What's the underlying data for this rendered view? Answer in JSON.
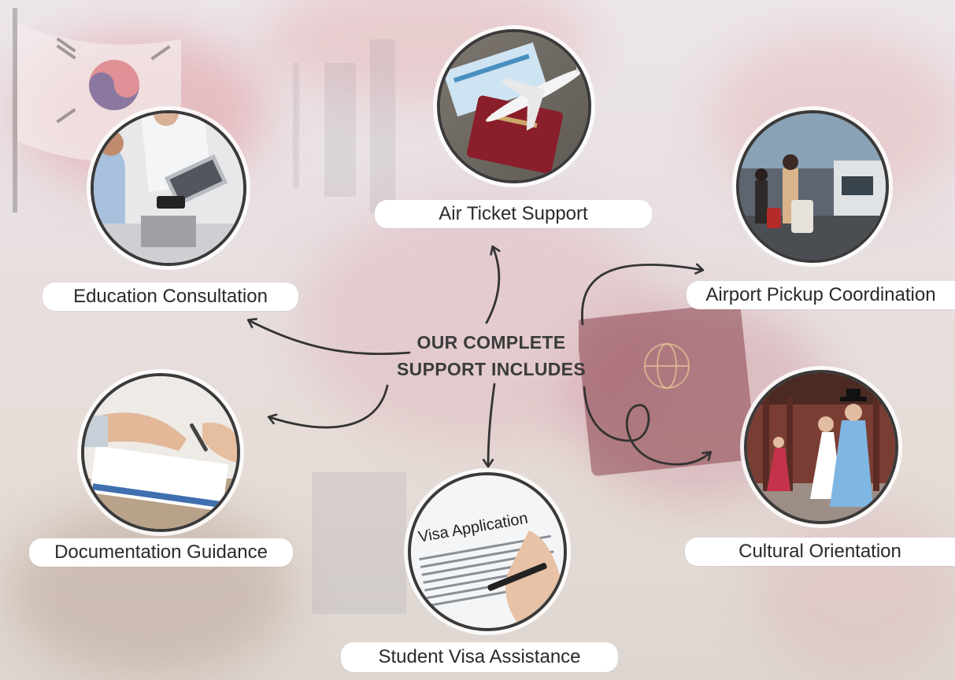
{
  "center": {
    "line1": "OUR COMPLETE",
    "line2": "SUPPORT INCLUDES"
  },
  "services": [
    {
      "label": "Air Ticket Support",
      "icon": "airplane-passport-icon"
    },
    {
      "label": "Airport Pickup Coordination",
      "icon": "airport-luggage-icon"
    },
    {
      "label": "Cultural Orientation",
      "icon": "hanbok-people-icon"
    },
    {
      "label": "Student Visa Assistance",
      "icon": "visa-form-icon"
    },
    {
      "label": "Documentation Guidance",
      "icon": "document-signing-icon"
    },
    {
      "label": "Education Consultation",
      "icon": "consultation-laptop-icon"
    }
  ],
  "visa_photo_text": "Visa Application",
  "colors": {
    "outline": "#3a3a3a",
    "label_bg": "#ffffff",
    "text": "#2a2a2a"
  }
}
